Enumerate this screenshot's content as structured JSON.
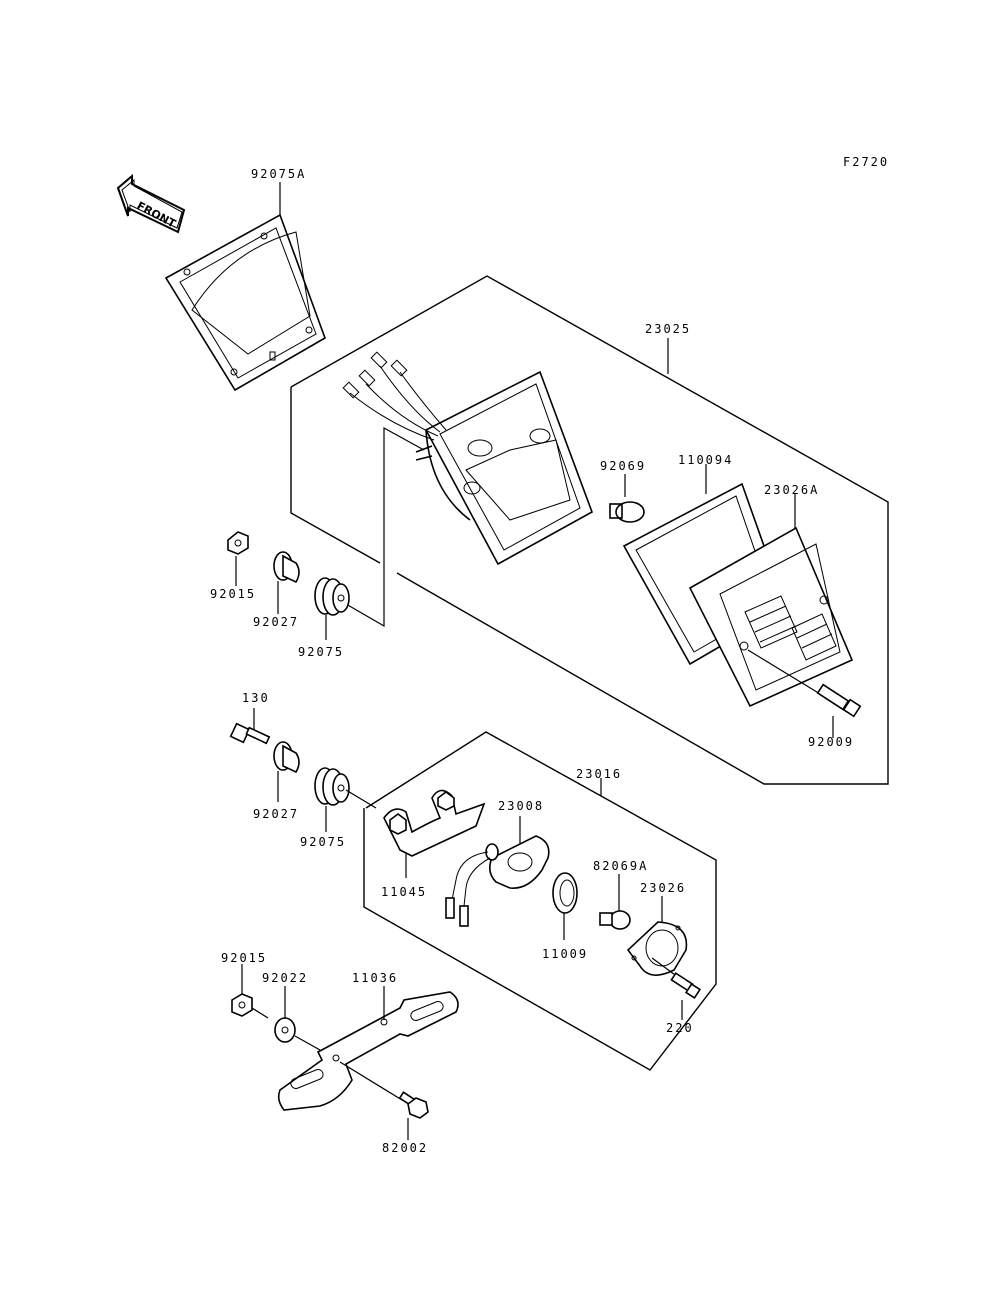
{
  "figure_code": "F2720",
  "front_indicator": "FRONT",
  "part_numbers": {
    "gasket_mount": "92075A",
    "taillight_assembly": "23025",
    "bulb_top": "92069",
    "lens_gasket": "110094",
    "lens_top": "23026A",
    "screw_lens": "92009",
    "nut_upper": "92015",
    "collar_upper": "92027",
    "damper_upper": "92075",
    "bolt_130": "130",
    "collar_lower": "92027",
    "damper_lower": "92075",
    "license_light_assembly": "23016",
    "socket": "23008",
    "bracket_small": "11045",
    "bulb_license": "82069A",
    "lens_license": "23026",
    "packing": "11009",
    "screw_220": "220",
    "nut_lower": "92015",
    "washer": "92022",
    "bracket_license": "11036",
    "bolt_lower": "82002"
  }
}
